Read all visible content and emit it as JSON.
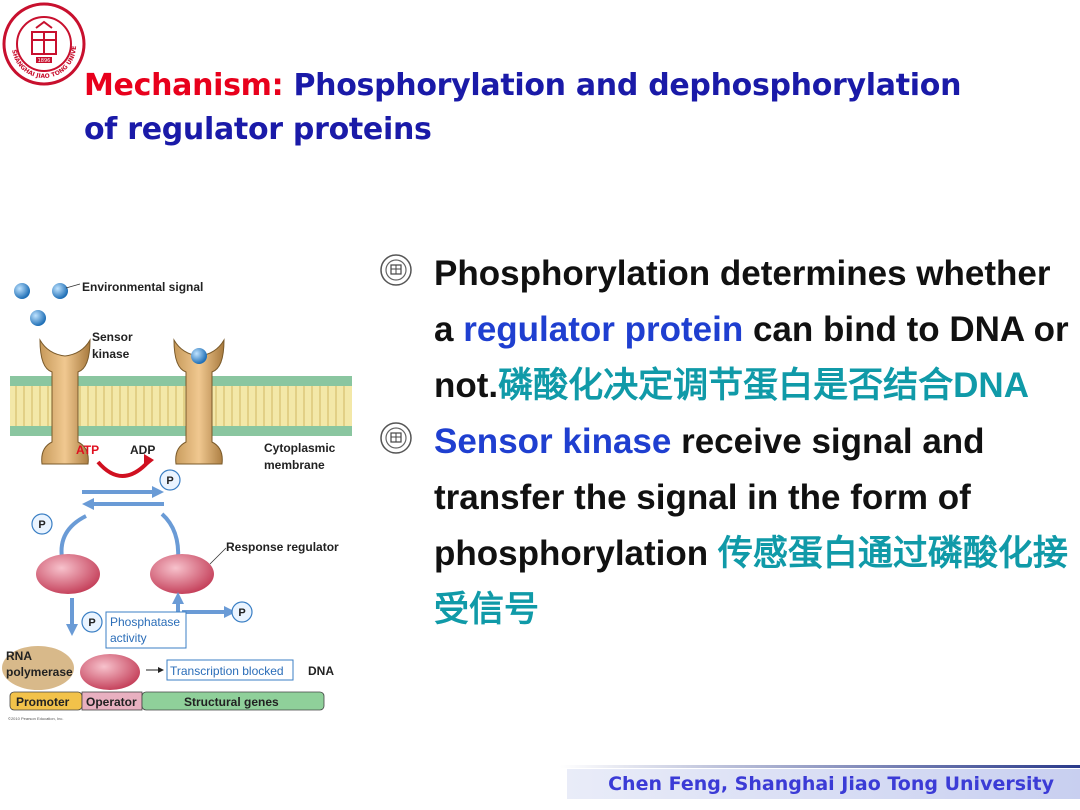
{
  "slide": {
    "title_prefix": "Mechanism:",
    "title_main": "Phosphorylation and dephosphorylation of regulator proteins",
    "logo_text": "SHANGHAI JIAO TONG UNIVERSITY",
    "logo_year": "1896"
  },
  "figure": {
    "environmental_signal": "Environmental signal",
    "sensor_kinase_line1": "Sensor",
    "sensor_kinase_line2": "kinase",
    "atp": "ATP",
    "adp": "ADP",
    "cytoplasmic_line1": "Cytoplasmic",
    "cytoplasmic_line2": "membrane",
    "p": "P",
    "response_regulator": "Response regulator",
    "phosphatase_line1": "Phosphatase",
    "phosphatase_line2": "activity",
    "rna_line1": "RNA",
    "rna_line2": "polymerase",
    "transcription_blocked": "Transcription blocked",
    "dna": "DNA",
    "promoter": "Promoter",
    "operator": "Operator",
    "structural_genes": "Structural genes",
    "copyright": "©2010 Pearson Education, Inc."
  },
  "bullets": [
    {
      "part1": "Phosphorylation determines whether a ",
      "highlight": "regulator protein",
      "part2": " can bind to DNA or not.",
      "chinese": "磷酸化决定调节蛋白是否结合DNA"
    },
    {
      "highlight": "Sensor kinase",
      "part2": " receive signal and transfer the signal in the form of phosphorylation ",
      "chinese": "传感蛋白通过磷酸化接受信号"
    }
  ],
  "footer": "Chen Feng, Shanghai Jiao Tong University",
  "colors": {
    "title_red": "#e8001c",
    "title_blue": "#1a1aa8",
    "highlight_blue": "#1f3fd0",
    "chinese_teal": "#109aa8",
    "footer_text": "#3b3bd6"
  }
}
